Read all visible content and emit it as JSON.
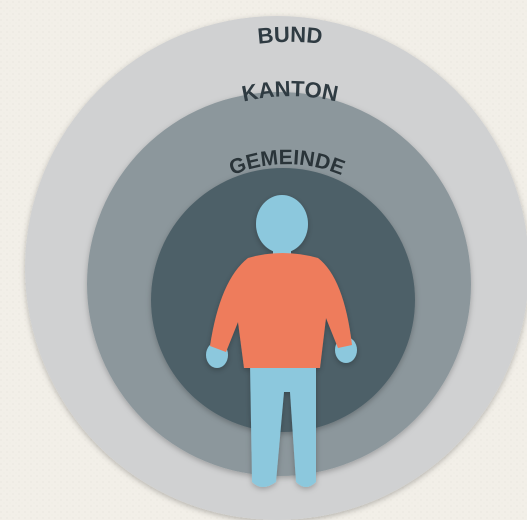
{
  "levels": {
    "outer": "BUND",
    "middle": "KANTON",
    "inner": "GEMEINDE"
  },
  "colors": {
    "background": "#f2efe8",
    "ring_outer": "#d0d1d2",
    "ring_middle": "#8c979c",
    "ring_inner": "#4e6068",
    "label_text": "#2f3b42",
    "figure_body": "#8cc8dd",
    "figure_shirt": "#ee7c5c"
  },
  "figure": {
    "icon": "person-icon"
  }
}
